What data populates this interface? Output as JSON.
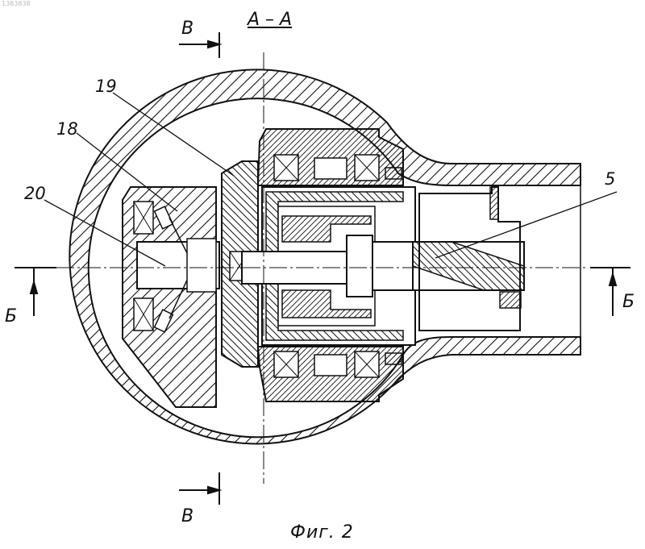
{
  "doc_id": "1383838",
  "section_title": "A – A",
  "cut_b_left": "Б",
  "cut_b_right": "Б",
  "cut_v_top": "В",
  "cut_v_bottom": "В",
  "callouts": [
    "19",
    "18",
    "20",
    "5"
  ],
  "caption": "Фиг. 2"
}
